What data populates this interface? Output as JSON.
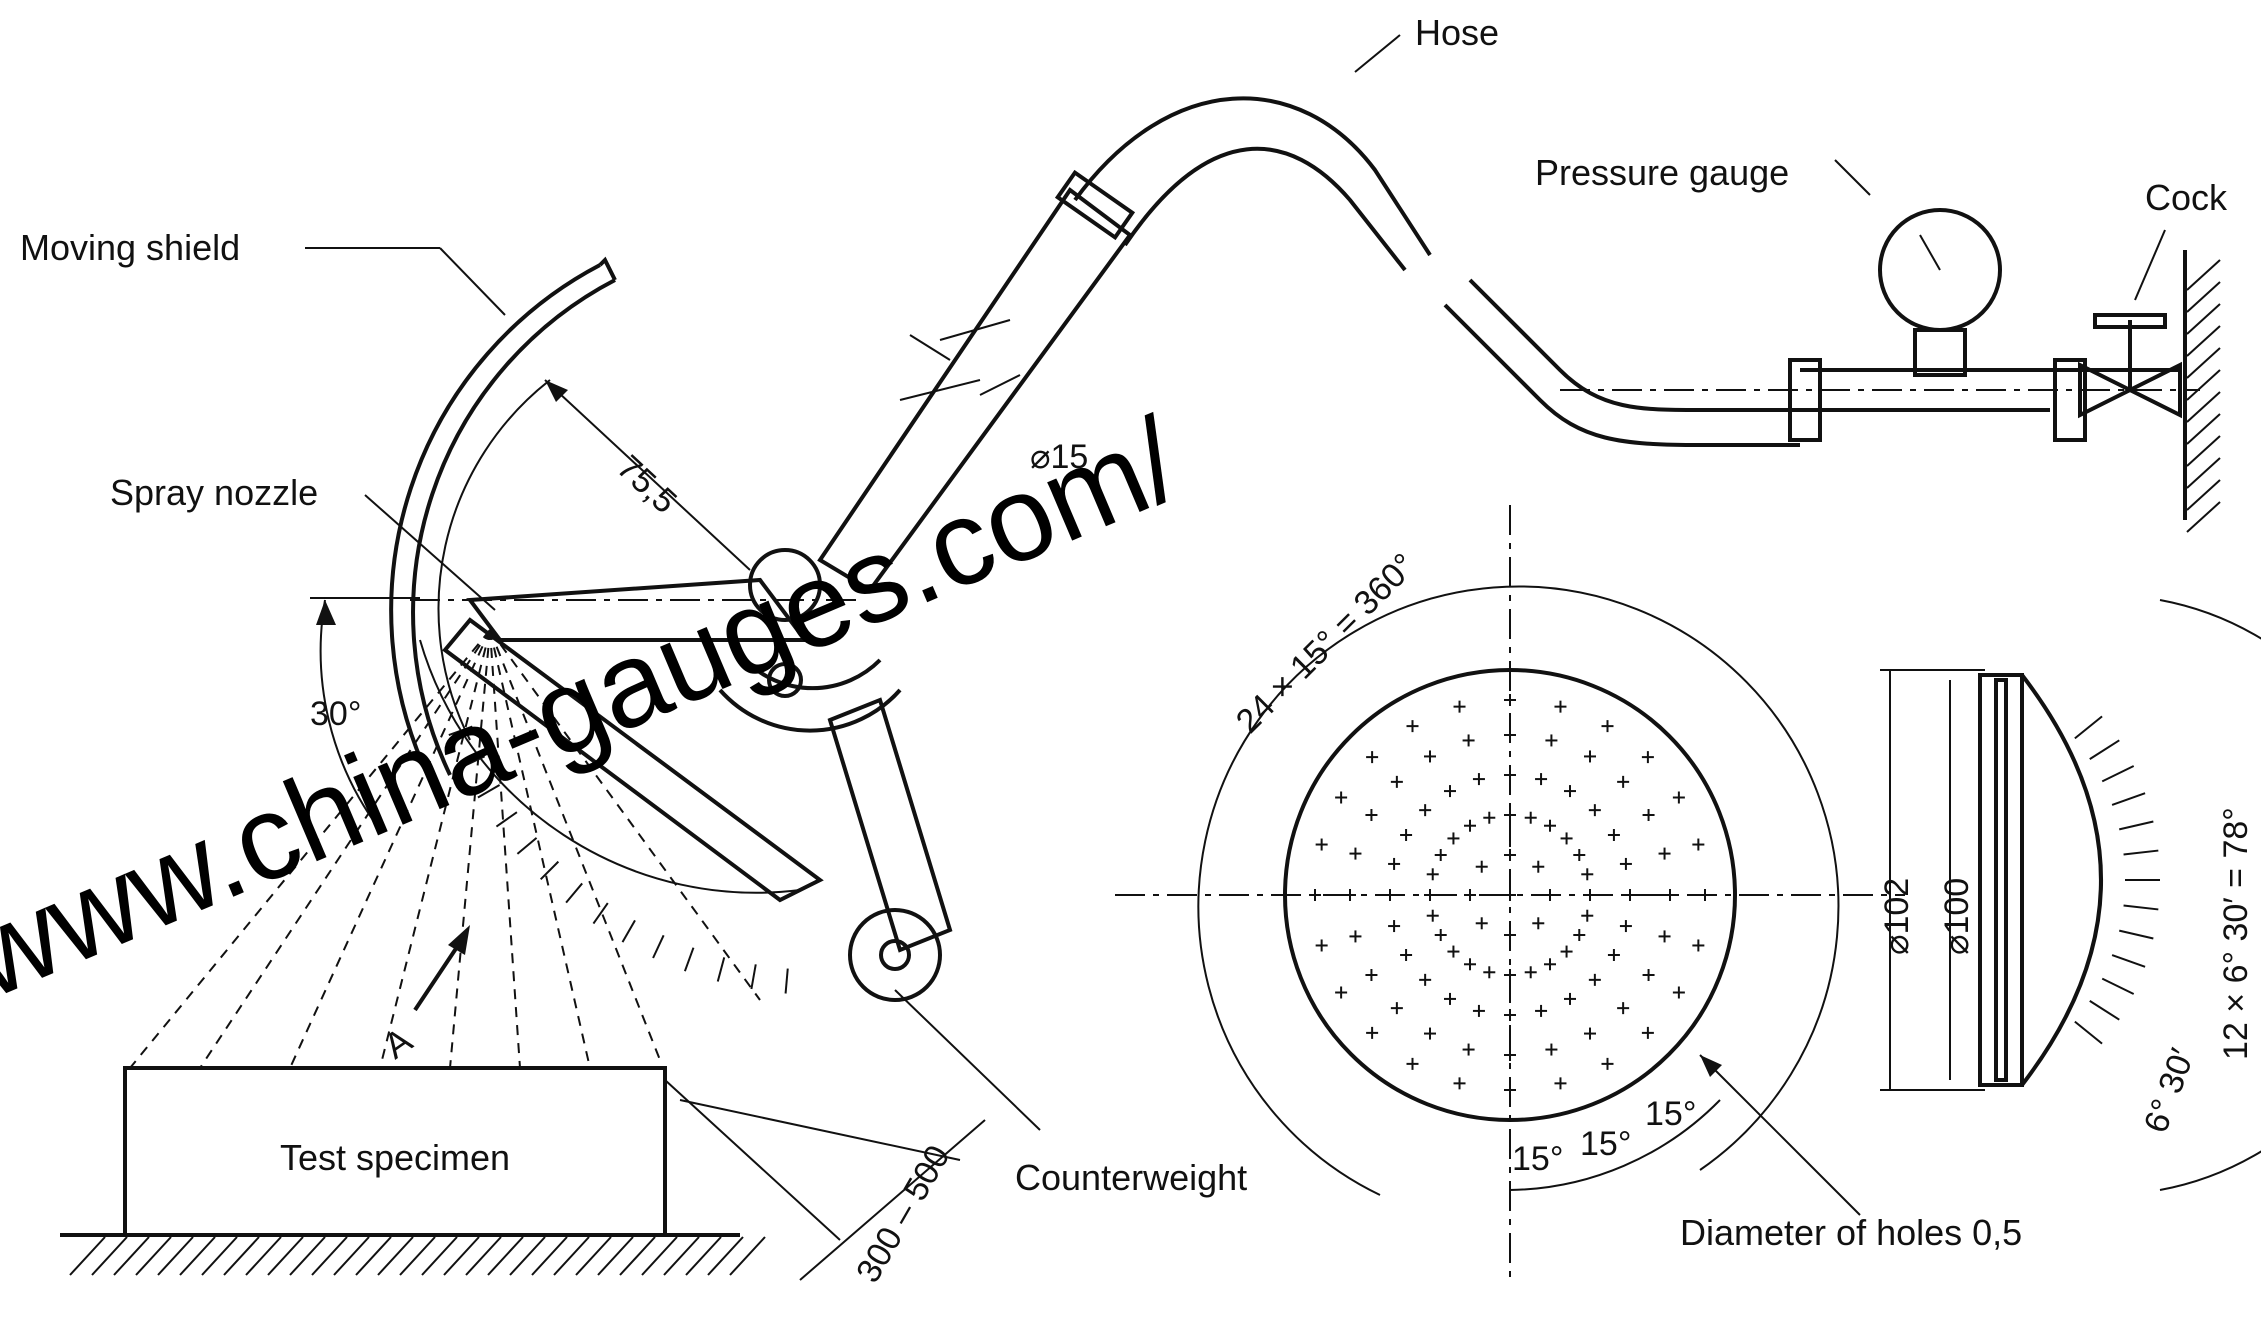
{
  "labels": {
    "hose": "Hose",
    "pressure_gauge": "Pressure gauge",
    "cock": "Cock",
    "moving_shield": "Moving shield",
    "spray_nozzle": "Spray nozzle",
    "test_specimen": "Test specimen",
    "counterweight": "Counterweight",
    "diameter_of_holes": "Diameter of holes 0,5",
    "view_a": "A"
  },
  "dimensions": {
    "radius_75_5": "75,5",
    "diameter_15": "⌀15",
    "angle_30": "30°",
    "distance_300_500": "300 – 500",
    "angle_24x15": "24 × 15° = 360°",
    "hole_angle_1": "15°",
    "hole_angle_2": "15°",
    "hole_angle_3": "15°",
    "diameter_102": "⌀102",
    "diameter_100": "⌀100",
    "angle_12x6_30": "12 × 6° 30′ = 78°",
    "angle_6_30": "6° 30′"
  },
  "watermark": "www.china-gauges.com/"
}
